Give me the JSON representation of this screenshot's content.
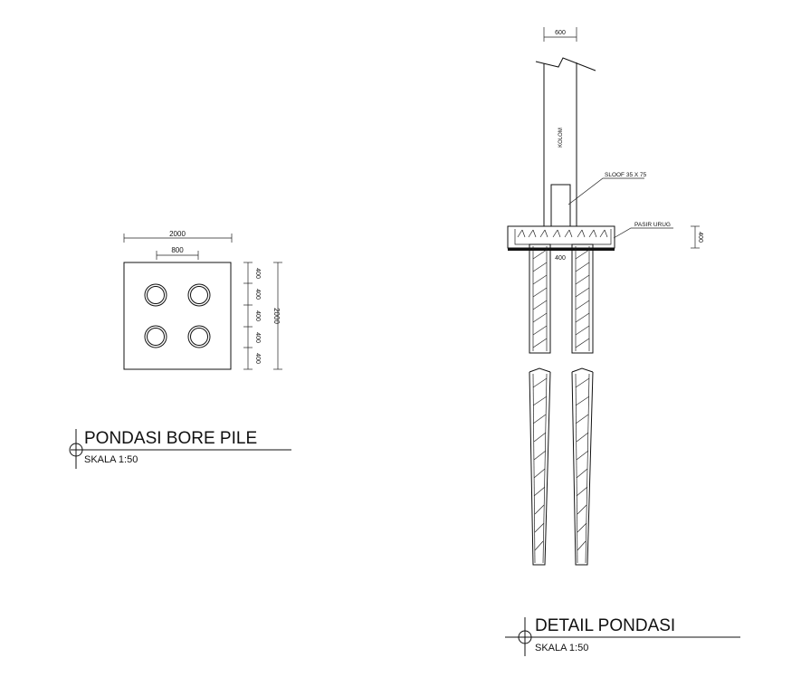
{
  "plan": {
    "dim_width": "2000",
    "dim_spacing": "800",
    "dim_height": "2000",
    "dims_side": [
      "400",
      "400",
      "400",
      "400",
      "400"
    ],
    "title": "PONDASI BORE PILE",
    "scale": "SKALA 1:50"
  },
  "detail": {
    "dim_column": "600",
    "column_label": "KOLOM",
    "sloof_label": "SLOOF 35 X 75",
    "sand_label": "PASIR URUG",
    "dim_pile": "400",
    "dim_cap": "400",
    "title": "DETAIL PONDASI",
    "scale": "SKALA 1:50"
  }
}
